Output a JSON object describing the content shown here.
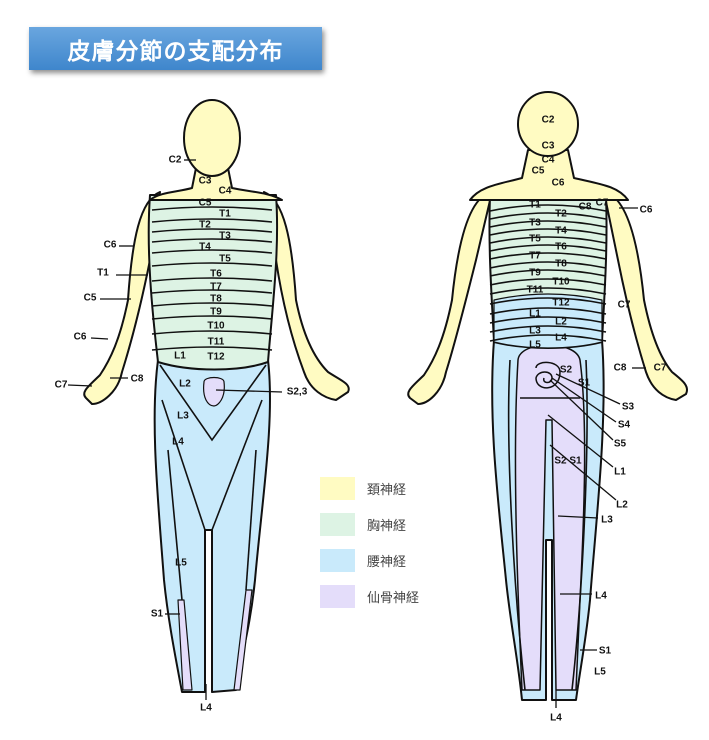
{
  "title": "皮膚分節の支配分布",
  "colors": {
    "cervical": "#FFFBC2",
    "thoracic": "#DDF3E4",
    "lumbar": "#C9EAFB",
    "sacral": "#E4DDFA",
    "title_bg": "#4B8FD3",
    "outline": "#111111"
  },
  "legend": [
    {
      "label": "頚神経",
      "color": "#FFFBC2"
    },
    {
      "label": "胸神経",
      "color": "#DDF3E4"
    },
    {
      "label": "腰神経",
      "color": "#C9EAFB"
    },
    {
      "label": "仙骨神経",
      "color": "#E4DDFA"
    }
  ],
  "front_labels": [
    "C2",
    "C3",
    "C4",
    "C5",
    "T1",
    "T2",
    "T3",
    "T4",
    "T5",
    "T6",
    "T7",
    "T8",
    "T9",
    "T10",
    "T11",
    "T12",
    "C6",
    "T1",
    "C5",
    "C6",
    "C7",
    "C8",
    "L1",
    "L2",
    "S2,3",
    "L3",
    "L4",
    "L5",
    "S1",
    "L4"
  ],
  "back_labels": [
    "C2",
    "C3",
    "C4",
    "C5",
    "C6",
    "C7",
    "C8",
    "C6",
    "T1",
    "T2",
    "T3",
    "T4",
    "T5",
    "T6",
    "T7",
    "T8",
    "T9",
    "T10",
    "T11",
    "T12",
    "L1",
    "L2",
    "L3",
    "L4",
    "L5",
    "C7",
    "C8",
    "C7",
    "S2",
    "S1",
    "S3",
    "S4",
    "S5",
    "L1",
    "L2",
    "L3",
    "S2 S1",
    "L4",
    "S1",
    "L5",
    "L4"
  ]
}
